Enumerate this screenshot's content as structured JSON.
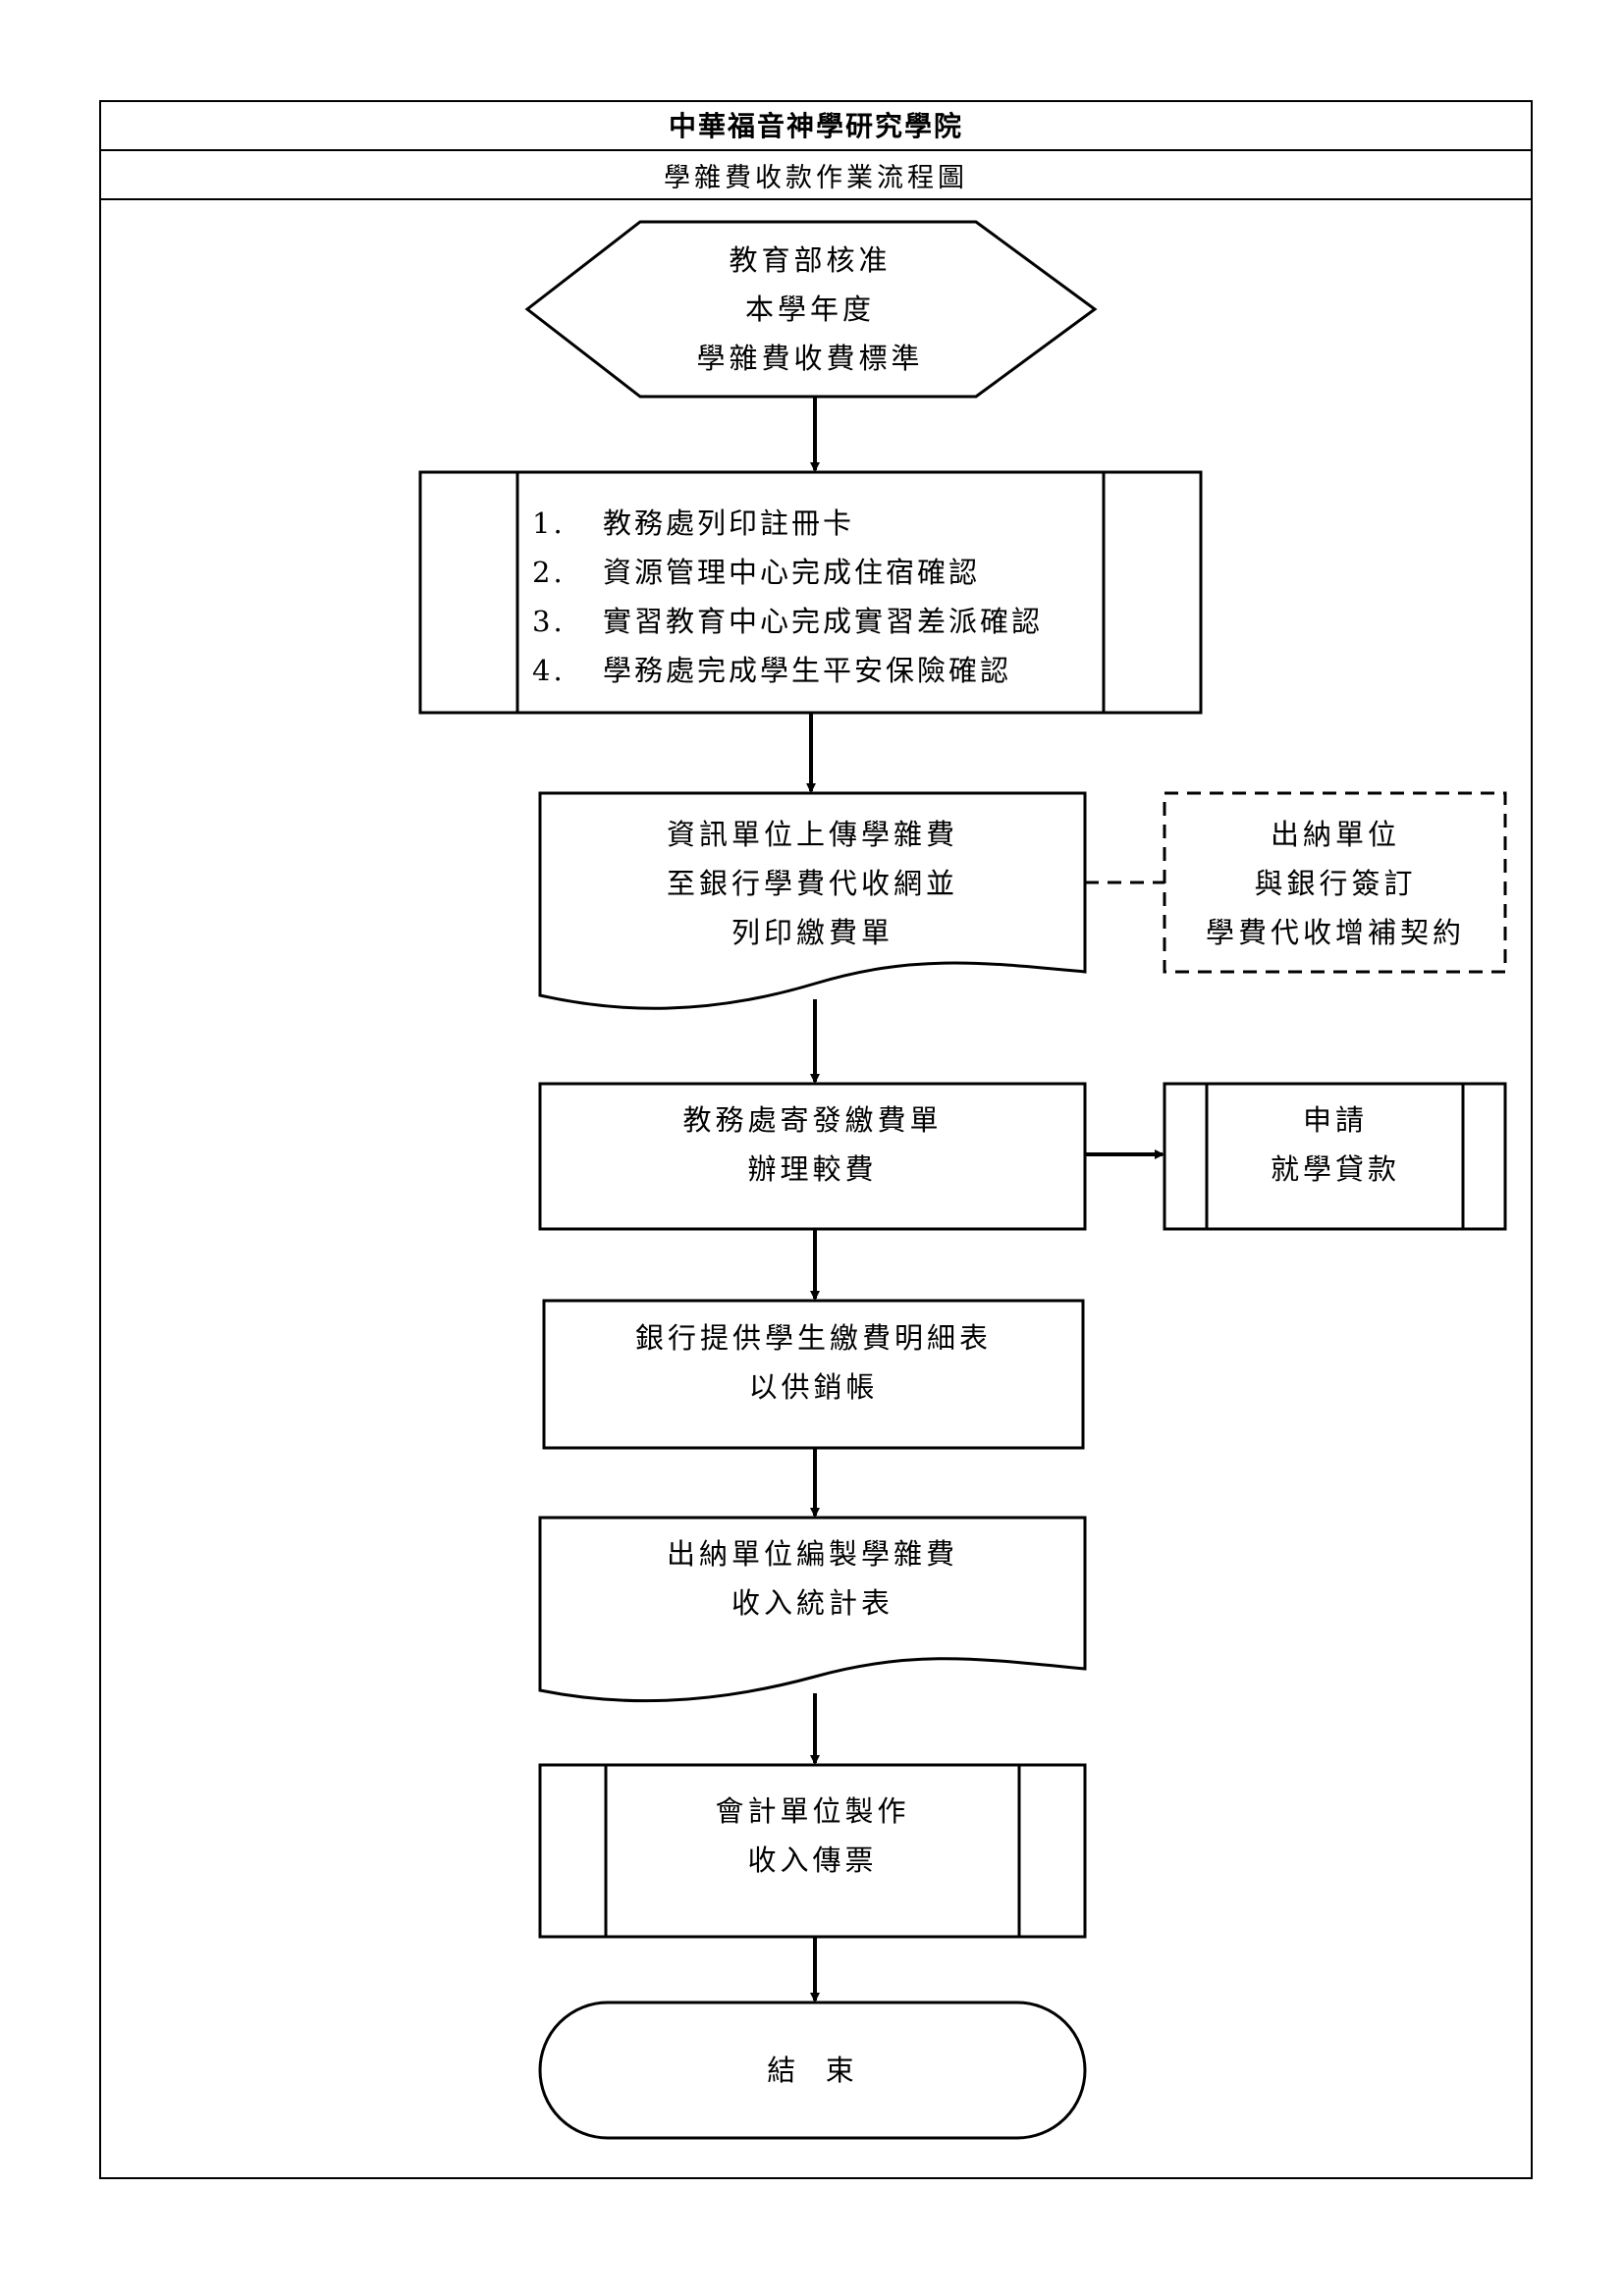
{
  "header": {
    "institution": "中華福音神學研究學院",
    "title": "學雜費收款作業流程圖"
  },
  "flow": {
    "start": [
      "教育部核准",
      "本學年度",
      "學雜費收費標準"
    ],
    "preparation_steps": [
      {
        "num": "1.",
        "text": "教務處列印註冊卡"
      },
      {
        "num": "2.",
        "text": "資源管理中心完成住宿確認"
      },
      {
        "num": "3.",
        "text": "實習教育中心完成實習差派確認"
      },
      {
        "num": "4.",
        "text": "學務處完成學生平安保險確認"
      }
    ],
    "upload_document": [
      "資訊單位上傳學雜費",
      "至銀行學費代收網並",
      "列印繳費單"
    ],
    "side_contract": [
      "出納單位",
      "與銀行簽訂",
      "學費代收增補契約"
    ],
    "mail_bills": [
      "教務處寄發繳費單",
      "辦理較費"
    ],
    "side_loan": [
      "申請",
      "就學貸款"
    ],
    "bank_detail": [
      "銀行提供學生繳費明細表",
      "以供銷帳"
    ],
    "income_statement": [
      "出納單位編製學雜費",
      "收入統計表"
    ],
    "accounting_voucher": [
      "會計單位製作",
      "收入傳票"
    ],
    "end": "結  束"
  }
}
